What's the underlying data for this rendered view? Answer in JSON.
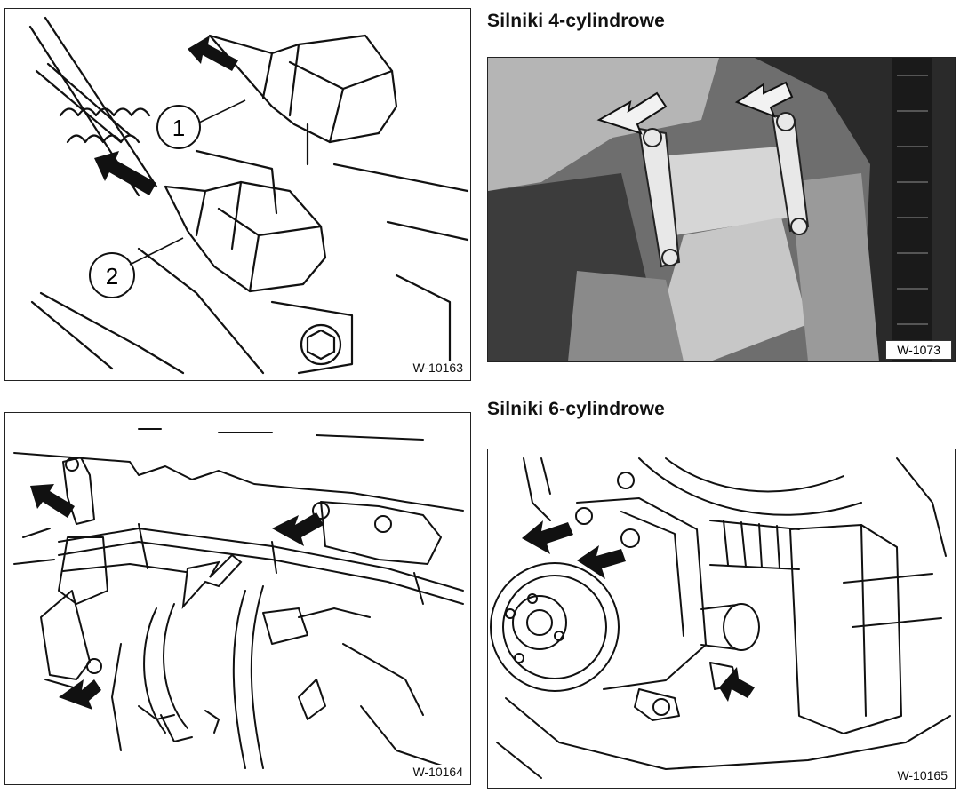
{
  "headings": {
    "four_cyl": "Silniki 4-cylindrowe",
    "six_cyl": "Silniki 6-cylindrowe"
  },
  "figures": {
    "top_left": {
      "code": "W-10163",
      "callouts": [
        "1",
        "2"
      ]
    },
    "top_right": {
      "code": "W-1073"
    },
    "bottom_left": {
      "code": "W-10164"
    },
    "bottom_right": {
      "code": "W-10165"
    }
  },
  "icons": [
    "arrow-icon",
    "hollow-arrow-icon",
    "bolt-icon"
  ]
}
